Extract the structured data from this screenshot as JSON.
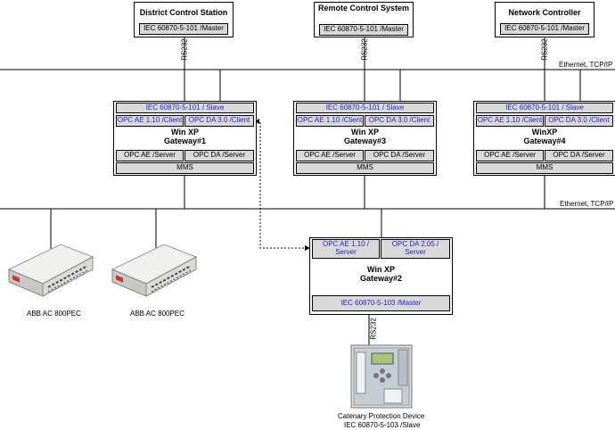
{
  "top_nodes": {
    "district": {
      "title": "District Control Station",
      "protocol": "IEC 60870-5-101 /Master"
    },
    "remote": {
      "title": "Remote Control System",
      "protocol": "IEC 60870-5-101 /Master"
    },
    "network": {
      "title": "Network Controller",
      "protocol": "IEC 60870-5-101 /Master"
    }
  },
  "rs232": "RS232",
  "network_label": "Ethernet, TCP/IP",
  "gateways": {
    "g1": {
      "slave": "IEC 60870-5-101 / Slave",
      "ae_client": "OPC AE 1.10 /Client",
      "da_client": "OPC DA 3.0 /Client",
      "name1": "Win XP",
      "name2": "Gateway#1",
      "ae_server": "OPC AE /Server",
      "da_server": "OPC DA /Server",
      "mms": "MMS"
    },
    "g3": {
      "slave": "IEC 60870-5-101 / Slave",
      "ae_client": "OPC AE 1.10 /Client",
      "da_client": "OPC DA 3.0 /Client",
      "name1": "Win XP",
      "name2": "Gateway#3",
      "ae_server": "OPC AE /Server",
      "da_server": "OPC DA /Server",
      "mms": "MMS"
    },
    "g4": {
      "slave": "IEC 60870-5-101 / Slave",
      "ae_client": "OPC AE 1.10 /Client",
      "da_client": "OPC DA 3.0 /Client",
      "name1": "WinXP",
      "name2": "Gateway#4",
      "ae_server": "OPC AE /Server",
      "da_server": "OPC DA /Server",
      "mms": "MMS"
    },
    "g2": {
      "ae_server": "OPC AE 1.10 / Server",
      "da_server": "OPC DA 2.05 / Server",
      "name1": "Win XP",
      "name2": "Gateway#2",
      "master": "IEC 60870-5-103 /Master"
    }
  },
  "devices": {
    "plc1": "ABB AC 800PEC",
    "plc2": "ABB AC 800PEC",
    "protection_name": "Catenary Protection Device",
    "protection_protocol": "IEC 60870-5-103 /Slave"
  }
}
